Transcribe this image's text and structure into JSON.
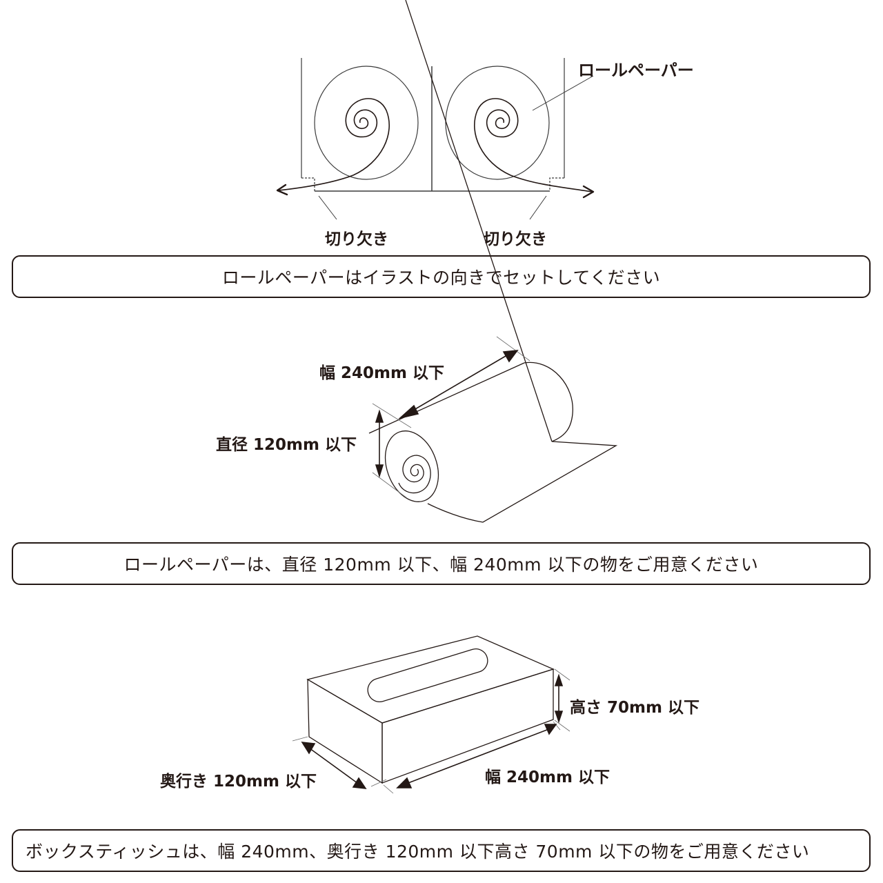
{
  "section1": {
    "title": "Roll paper orientation",
    "label_roll_paper": "ロールペーパー",
    "label_notch_left": "切り欠き",
    "label_notch_right": "切り欠き",
    "note": "ロールペーパーはイラストの向きでセットしてください"
  },
  "section2": {
    "title": "Roll paper size limits",
    "label_width": "幅 240mm 以下",
    "label_diameter": "直径 120mm 以下",
    "note": "ロールペーパーは、直径 120mm 以下、幅 240mm 以下の物をご用意ください"
  },
  "section3": {
    "title": "Box tissue size limits",
    "label_height": "高さ 70mm 以下",
    "label_depth": "奥行き 120mm 以下",
    "label_width": "幅 240mm 以下",
    "note": "ボックスティッシュは、幅 240mm、奥行き 120mm 以下高さ 70mm 以下の物をご用意ください"
  },
  "colors": {
    "ink": "#231815",
    "line": "#3a3a3a",
    "background": "#ffffff"
  }
}
